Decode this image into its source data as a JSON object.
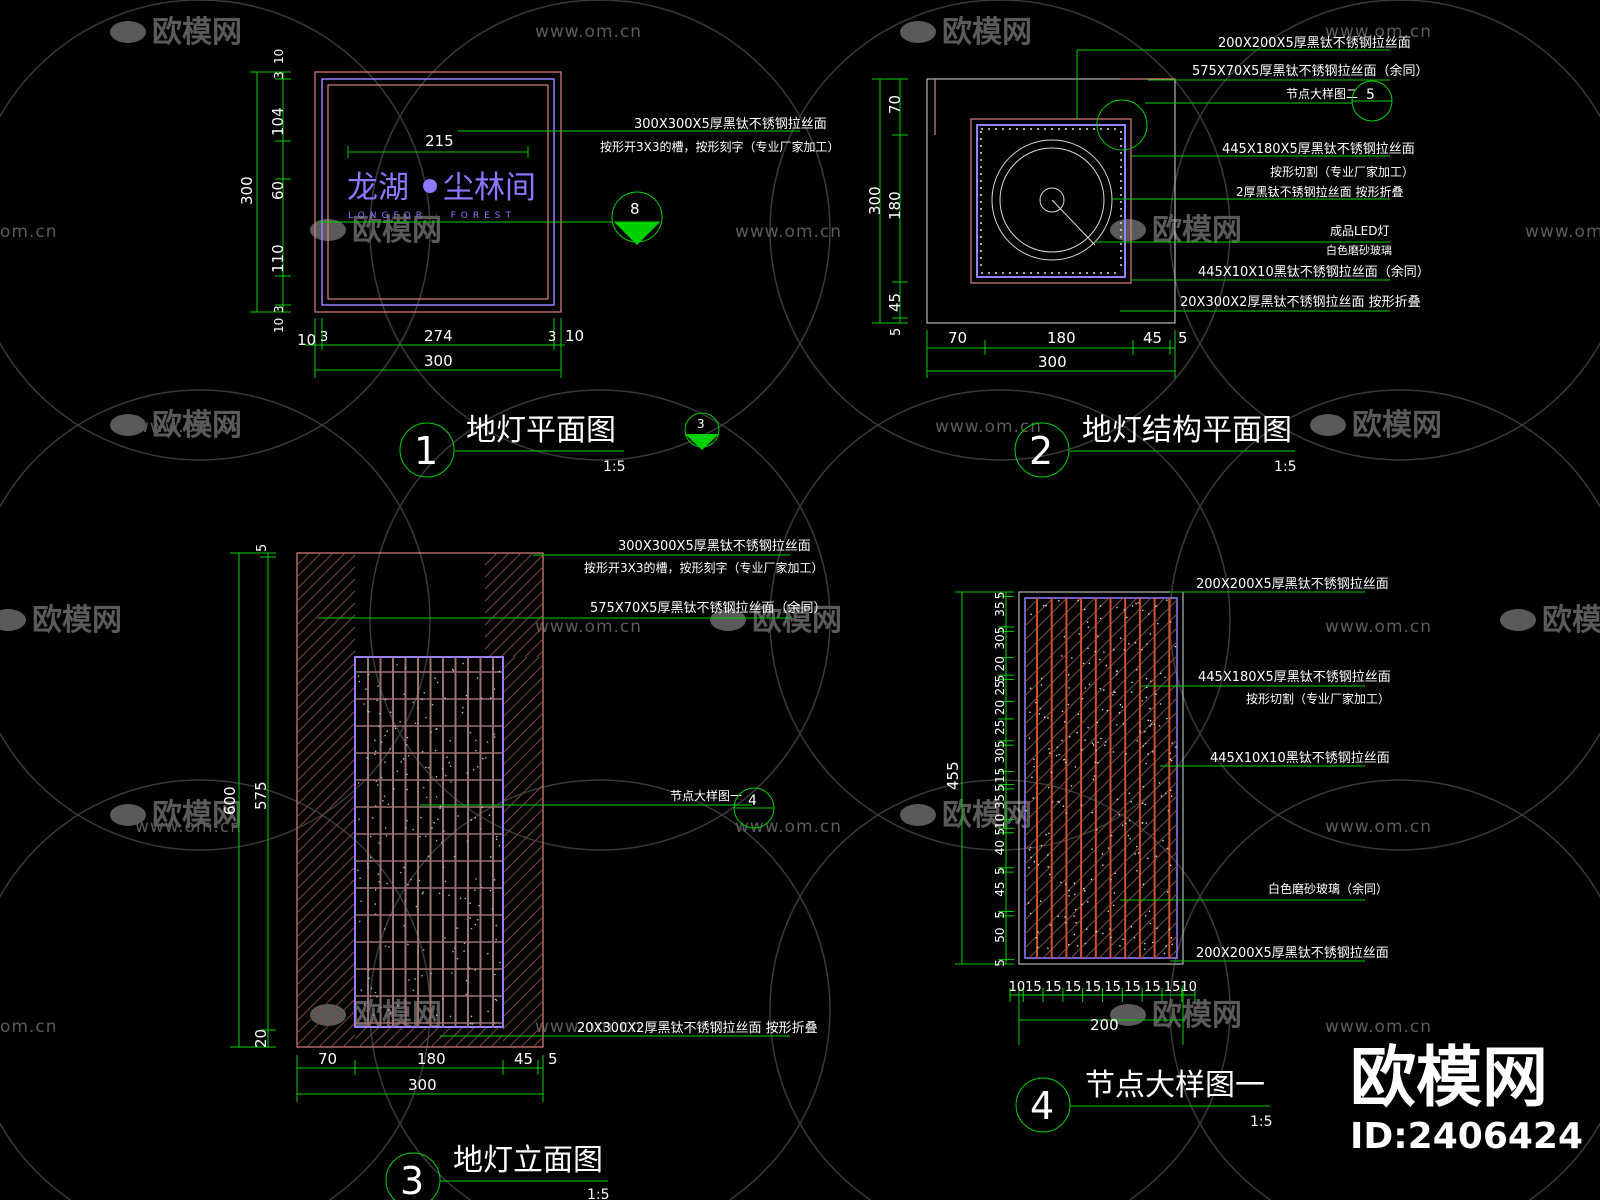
{
  "watermark": {
    "brand": "欧模网",
    "url": "www.om.cn",
    "url_short": "om.cn",
    "id": "ID:2406424"
  },
  "drawing1": {
    "number": "1",
    "title": "地灯平面图",
    "scale": "1:5",
    "section_mark": "3",
    "callout": "8",
    "logo_main": "龙湖",
    "logo_sub": "尘林间",
    "logo_small": "LONGFOR · FOREST",
    "dims_left": [
      "3",
      "10",
      "104",
      "60",
      "110",
      "3",
      "10",
      "300"
    ],
    "dims_bottom": [
      "10",
      "3",
      "274",
      "3",
      "10",
      "300"
    ],
    "dim_inner": "215",
    "notes": [
      "300X300X5厚黑钛不锈钢拉丝面",
      "按形开3X3的槽，按形刻字（专业厂家加工）"
    ]
  },
  "drawing2": {
    "number": "2",
    "title": "地灯结构平面图",
    "scale": "1:5",
    "callout": "5",
    "dims_left": [
      "70",
      "300",
      "180",
      "45",
      "5"
    ],
    "dims_bottom": [
      "70",
      "180",
      "45",
      "5",
      "300"
    ],
    "notes": [
      "200X200X5厚黑钛不锈钢拉丝面",
      "575X70X5厚黑钛不锈钢拉丝面（余同）",
      "节点大样图二",
      "445X180X5厚黑钛不锈钢拉丝面",
      "按形切割（专业厂家加工）",
      "2厚黑钛不锈钢拉丝面 按形折叠",
      "成品LED灯",
      "白色磨砂玻璃",
      "445X10X10黑钛不锈钢拉丝面（余同）",
      "20X300X2厚黑钛不锈钢拉丝面 按形折叠"
    ]
  },
  "drawing3": {
    "number": "3",
    "title": "地灯立面图",
    "scale": "1:5",
    "callout": "4",
    "dims_left": [
      "5",
      "600",
      "575",
      "20"
    ],
    "dims_bottom": [
      "70",
      "180",
      "45",
      "5",
      "300"
    ],
    "notes": [
      "300X300X5厚黑钛不锈钢拉丝面",
      "按形开3X3的槽，按形刻字（专业厂家加工）",
      "575X70X5厚黑钛不锈钢拉丝面（余同）",
      "节点大样图一",
      "20X300X2厚黑钛不锈钢拉丝面 按形折叠"
    ]
  },
  "drawing4": {
    "number": "4",
    "title": "节点大样图一",
    "scale": "1:5",
    "dims_left": [
      "5",
      "35",
      "5",
      "30",
      "20",
      "5",
      "25",
      "20",
      "25",
      "5",
      "30",
      "15",
      "5",
      "35",
      "10",
      "5",
      "40",
      "5",
      "45",
      "5",
      "50",
      "5"
    ],
    "dim_total": "455",
    "dims_bottom": [
      "10",
      "15",
      "15",
      "15",
      "15",
      "15",
      "15",
      "15",
      "15",
      "10"
    ],
    "dim_width": "200",
    "notes": [
      "200X200X5厚黑钛不锈钢拉丝面",
      "445X180X5厚黑钛不锈钢拉丝面",
      "按形切割（专业厂家加工）",
      "445X10X10黑钛不锈钢拉丝面",
      "白色磨砂玻璃（余同）",
      "200X200X5厚黑钛不锈钢拉丝面"
    ]
  }
}
